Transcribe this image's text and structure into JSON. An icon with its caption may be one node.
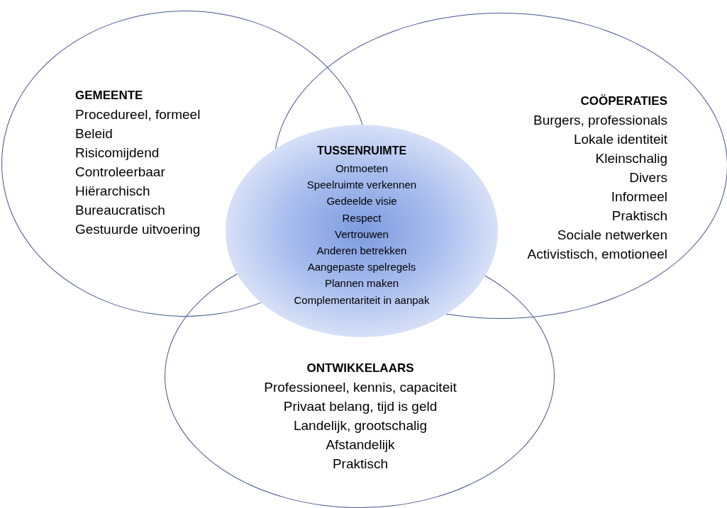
{
  "diagram": {
    "nodes": [
      {
        "text": [
          "GEMEENTE",
          "Procedureel, formeel",
          "Beleid",
          "Risicomijdend",
          "Controleerbaar",
          "Hiërarchisch",
          "Bureaucratisch",
          "Gestuurde uitvoering"
        ]
      },
      {
        "text": [
          "COÖPERATIES",
          "Burgers, professionals",
          "Lokale identiteit",
          "Kleinschalig",
          "Divers",
          "Informeel",
          "Praktisch",
          "Sociale netwerken",
          "Activistisch, emotioneel"
        ]
      },
      {
        "text": [
          "ONTWIKKELAARS",
          "Professioneel, kennis, capaciteit",
          "Privaat belang, tijd is geld",
          "Landelijk, grootschalig",
          "Afstandelijk",
          "Praktisch"
        ]
      },
      {
        "text": [
          "TUSSENRUIMTE",
          "Ontmoeten",
          "Speelruimte verkennen",
          "Gedeelde visie",
          "Respect",
          "Vertrouwen",
          "Anderen betrekken",
          "Aangepaste spelregels",
          "Plannen maken",
          "Complementariteit in aanpak"
        ]
      }
    ]
  }
}
